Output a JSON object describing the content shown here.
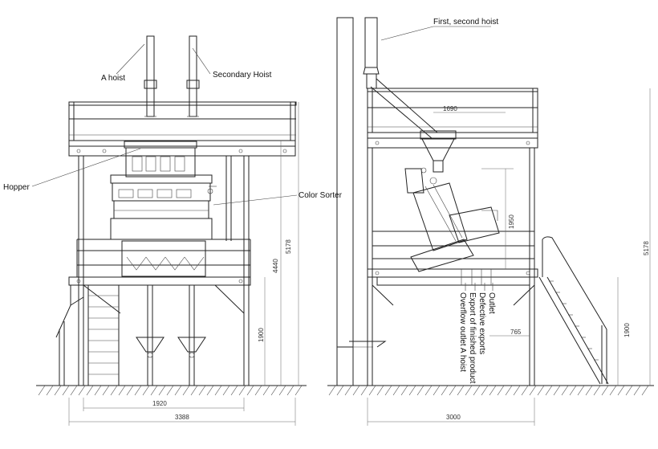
{
  "labels": {
    "a_hoist": "A hoist",
    "secondary_hoist": "Secondary Hoist",
    "hopper": "Hopper",
    "color_sorter": "Color Sorter",
    "first_second_hoist": "First, second hoist",
    "outlet": "Outlet",
    "defective_exports": "Defective exports",
    "export_finished": "Export of finished product",
    "overflow_outlet": "Overflow outlet A hoist"
  },
  "dimensions": {
    "front_total_height": "5178",
    "front_platform_height": "4440",
    "front_deck_height": "1900",
    "front_inner_width": "1920",
    "front_total_width": "3388",
    "side_top_width": "1690",
    "side_sorter_height": "1950",
    "side_total_height": "5178",
    "side_deck_height": "1900",
    "side_outlet_offset": "765",
    "side_total_width": "3000"
  }
}
